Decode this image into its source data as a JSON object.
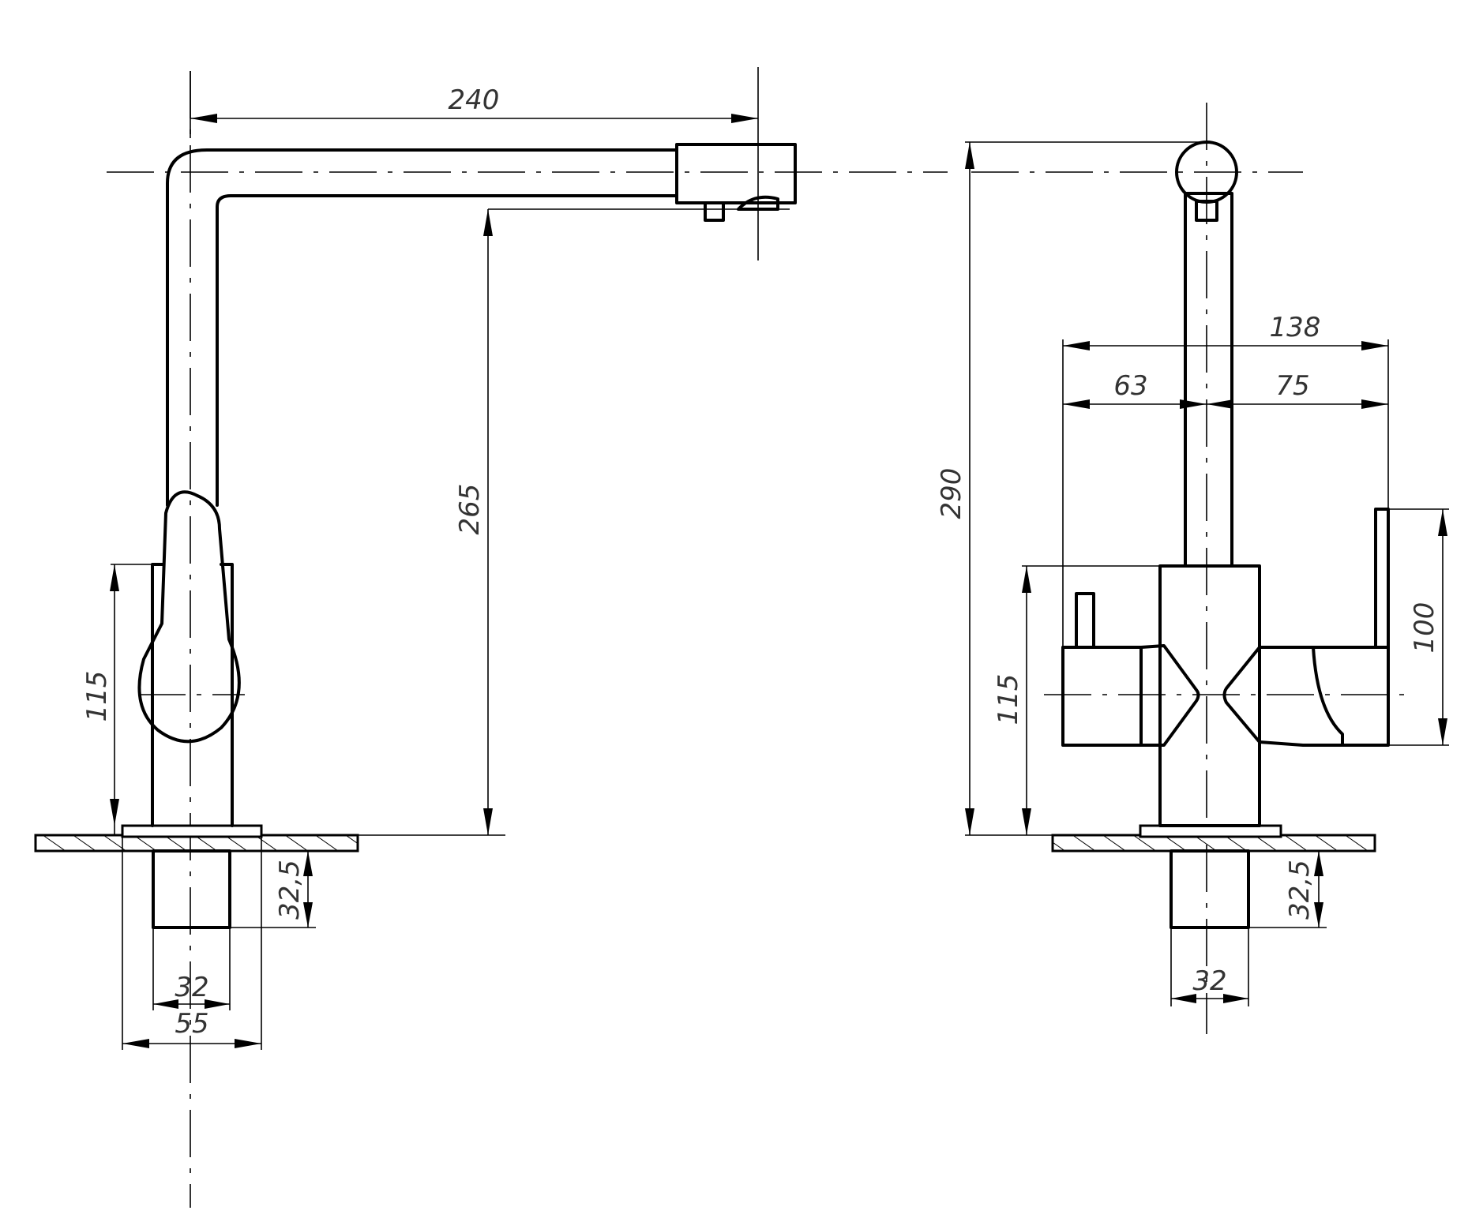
{
  "dimensions": {
    "spout_reach": "240",
    "spout_height": "265",
    "body_height_left": "115",
    "shank_length_left": "32,5",
    "shank_diameter_left": "32",
    "base_diameter": "55",
    "total_height": "290",
    "overall_width": "138",
    "left_handle_offset": "63",
    "right_handle_offset": "75",
    "body_height_right": "115",
    "handle_height": "100",
    "shank_length_right": "32,5",
    "shank_diameter_right": "32"
  }
}
